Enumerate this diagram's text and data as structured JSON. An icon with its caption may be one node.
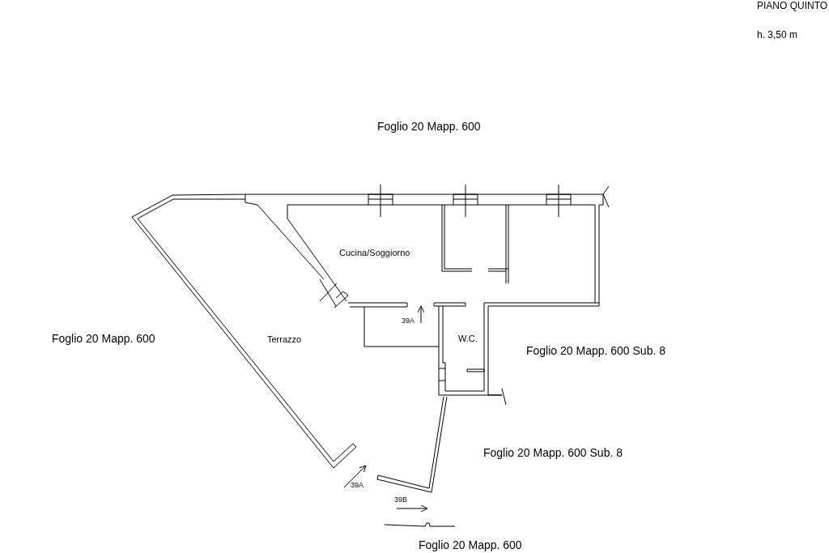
{
  "diagram": {
    "labels": [
      "PIANO QUINTO",
      "h. 3,50 m",
      "Foglio 20 Mapp. 600",
      "Cucina/Soggiorno",
      "39A",
      "Foglio 20 Mapp. 600",
      "Terrazzo",
      "W.C.",
      "Foglio 20 Mapp. 600 Sub. 8",
      "Foglio 20 Mapp. 600 Sub. 8",
      "39A",
      "39B",
      "Foglio 20 Mapp. 600"
    ]
  }
}
